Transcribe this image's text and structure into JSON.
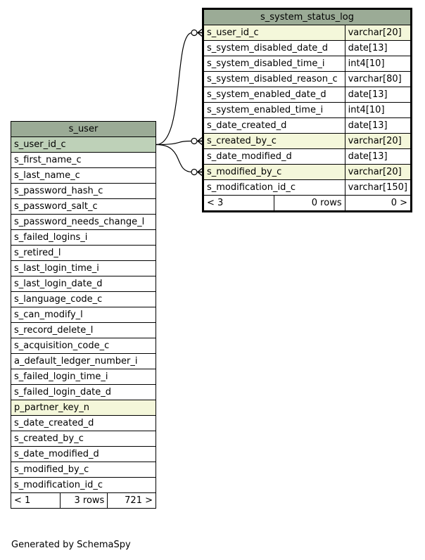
{
  "s_user": {
    "title": "s_user",
    "columns": [
      {
        "name": "s_user_id_c",
        "role": "pk"
      },
      {
        "name": "s_first_name_c"
      },
      {
        "name": "s_last_name_c"
      },
      {
        "name": "s_password_hash_c"
      },
      {
        "name": "s_password_salt_c"
      },
      {
        "name": "s_password_needs_change_l"
      },
      {
        "name": "s_failed_logins_i"
      },
      {
        "name": "s_retired_l"
      },
      {
        "name": "s_last_login_time_i"
      },
      {
        "name": "s_last_login_date_d"
      },
      {
        "name": "s_language_code_c"
      },
      {
        "name": "s_can_modify_l"
      },
      {
        "name": "s_record_delete_l"
      },
      {
        "name": "s_acquisition_code_c"
      },
      {
        "name": "a_default_ledger_number_i"
      },
      {
        "name": "s_failed_login_time_i"
      },
      {
        "name": "s_failed_login_date_d"
      },
      {
        "name": "p_partner_key_n",
        "role": "fk"
      },
      {
        "name": "s_date_created_d"
      },
      {
        "name": "s_created_by_c"
      },
      {
        "name": "s_date_modified_d"
      },
      {
        "name": "s_modified_by_c"
      },
      {
        "name": "s_modification_id_c"
      }
    ],
    "footer": {
      "parents": "< 1",
      "rows": "3 rows",
      "children": "721 >"
    }
  },
  "s_system_status_log": {
    "title": "s_system_status_log",
    "columns": [
      {
        "name": "s_user_id_c",
        "type": "varchar[20]",
        "role": "fk"
      },
      {
        "name": "s_system_disabled_date_d",
        "type": "date[13]"
      },
      {
        "name": "s_system_disabled_time_i",
        "type": "int4[10]"
      },
      {
        "name": "s_system_disabled_reason_c",
        "type": "varchar[80]"
      },
      {
        "name": "s_system_enabled_date_d",
        "type": "date[13]"
      },
      {
        "name": "s_system_enabled_time_i",
        "type": "int4[10]"
      },
      {
        "name": "s_date_created_d",
        "type": "date[13]"
      },
      {
        "name": "s_created_by_c",
        "type": "varchar[20]",
        "role": "fk"
      },
      {
        "name": "s_date_modified_d",
        "type": "date[13]"
      },
      {
        "name": "s_modified_by_c",
        "type": "varchar[20]",
        "role": "fk"
      },
      {
        "name": "s_modification_id_c",
        "type": "varchar[150]"
      }
    ],
    "footer": {
      "parents": "< 3",
      "rows": "0 rows",
      "children": "0 >"
    }
  },
  "generated_by": "Generated by SchemaSpy"
}
